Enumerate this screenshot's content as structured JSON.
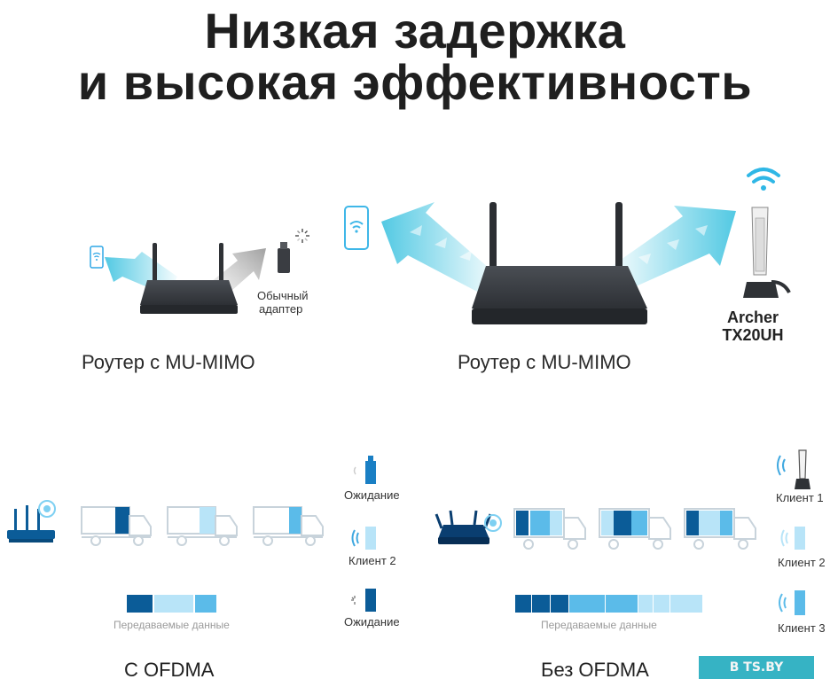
{
  "heading": {
    "line1": "Низкая задержка",
    "line2": "и высокая эффективность"
  },
  "top_left": {
    "adapter_line1": "Обычный",
    "adapter_line2": "адаптер",
    "caption": "Роутер с MU-MIMO"
  },
  "top_right": {
    "device_line1": "Archer",
    "device_line2": "TX20UH",
    "caption": "Роутер с MU-MIMO"
  },
  "bottom_left": {
    "status_top": "Ожидание",
    "status_mid": "Клиент 2",
    "status_bottom": "Ожидание",
    "data_label": "Передаваемые данные",
    "caption": "С OFDMA"
  },
  "bottom_right": {
    "client1": "Клиент 1",
    "client2": "Клиент 2",
    "client3": "Клиент 3",
    "data_label": "Передаваемые данные",
    "caption": "Без OFDMA"
  },
  "watermark": "B TS.BY",
  "colors": {
    "dark_blue": "#0b5c98",
    "mid_blue": "#2fa7e6",
    "light_blue": "#b8e4f8",
    "teal": "#3fc3e0",
    "router_dark": "#3c3f44"
  }
}
